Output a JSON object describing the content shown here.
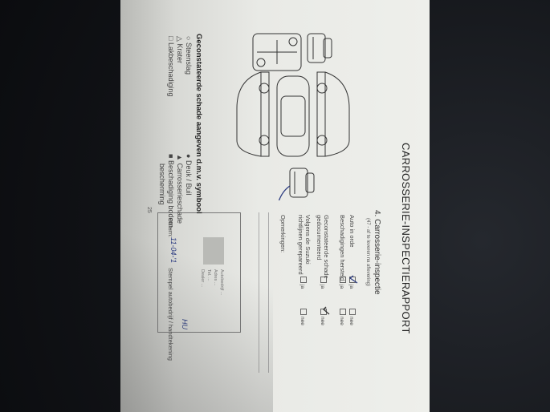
{
  "title": "CARROSSERIE-INSPECTIERAPPORT",
  "section": {
    "title": "4. Carrosserie-inspectie",
    "subtitle": "(47 - af te leveren na aflevering)"
  },
  "checks": [
    {
      "label": "Auto in orde",
      "ja": "ja",
      "nee": "nee",
      "checked": "ja"
    },
    {
      "label": "Beschadigingen hersteld",
      "ja": "ja",
      "nee": "nee",
      "checked": ""
    },
    {
      "label": "Geconstateerde schade",
      "label2": "gedocumenteerd",
      "ja": "ja",
      "nee": "nee",
      "checked": "nee"
    },
    {
      "label": "Volgens de Suzuki",
      "label2": "richtlijnen gerepareerd",
      "ja": "ja",
      "nee": "nee",
      "checked": ""
    }
  ],
  "remarks_label": "Opmerkingen:",
  "stamp": {
    "lines": [
      "Autobedrijf ...",
      "Adres ...",
      "Tel. ...",
      "Dealer ..."
    ],
    "date_label": "Datum:",
    "date_value": "11-04-'1",
    "signature_label": "Stempel autobedrijf / handtekening",
    "initials": "HU"
  },
  "legend": {
    "title": "Geconstateerde schade aangeven d.m.v. symbool",
    "left": [
      {
        "symbol": "○",
        "label": "Steenslag"
      },
      {
        "symbol": "△",
        "label": "Krater"
      },
      {
        "symbol": "□",
        "label": "Lakbeschadiging"
      }
    ],
    "right": [
      {
        "symbol": "●",
        "label": "Deuk / Buil"
      },
      {
        "symbol": "▲",
        "label": "Carrosserieschade"
      },
      {
        "symbol": "■",
        "label": "Beschadiging bodem-",
        "label2": "bescherming"
      }
    ]
  },
  "page_number": "25"
}
